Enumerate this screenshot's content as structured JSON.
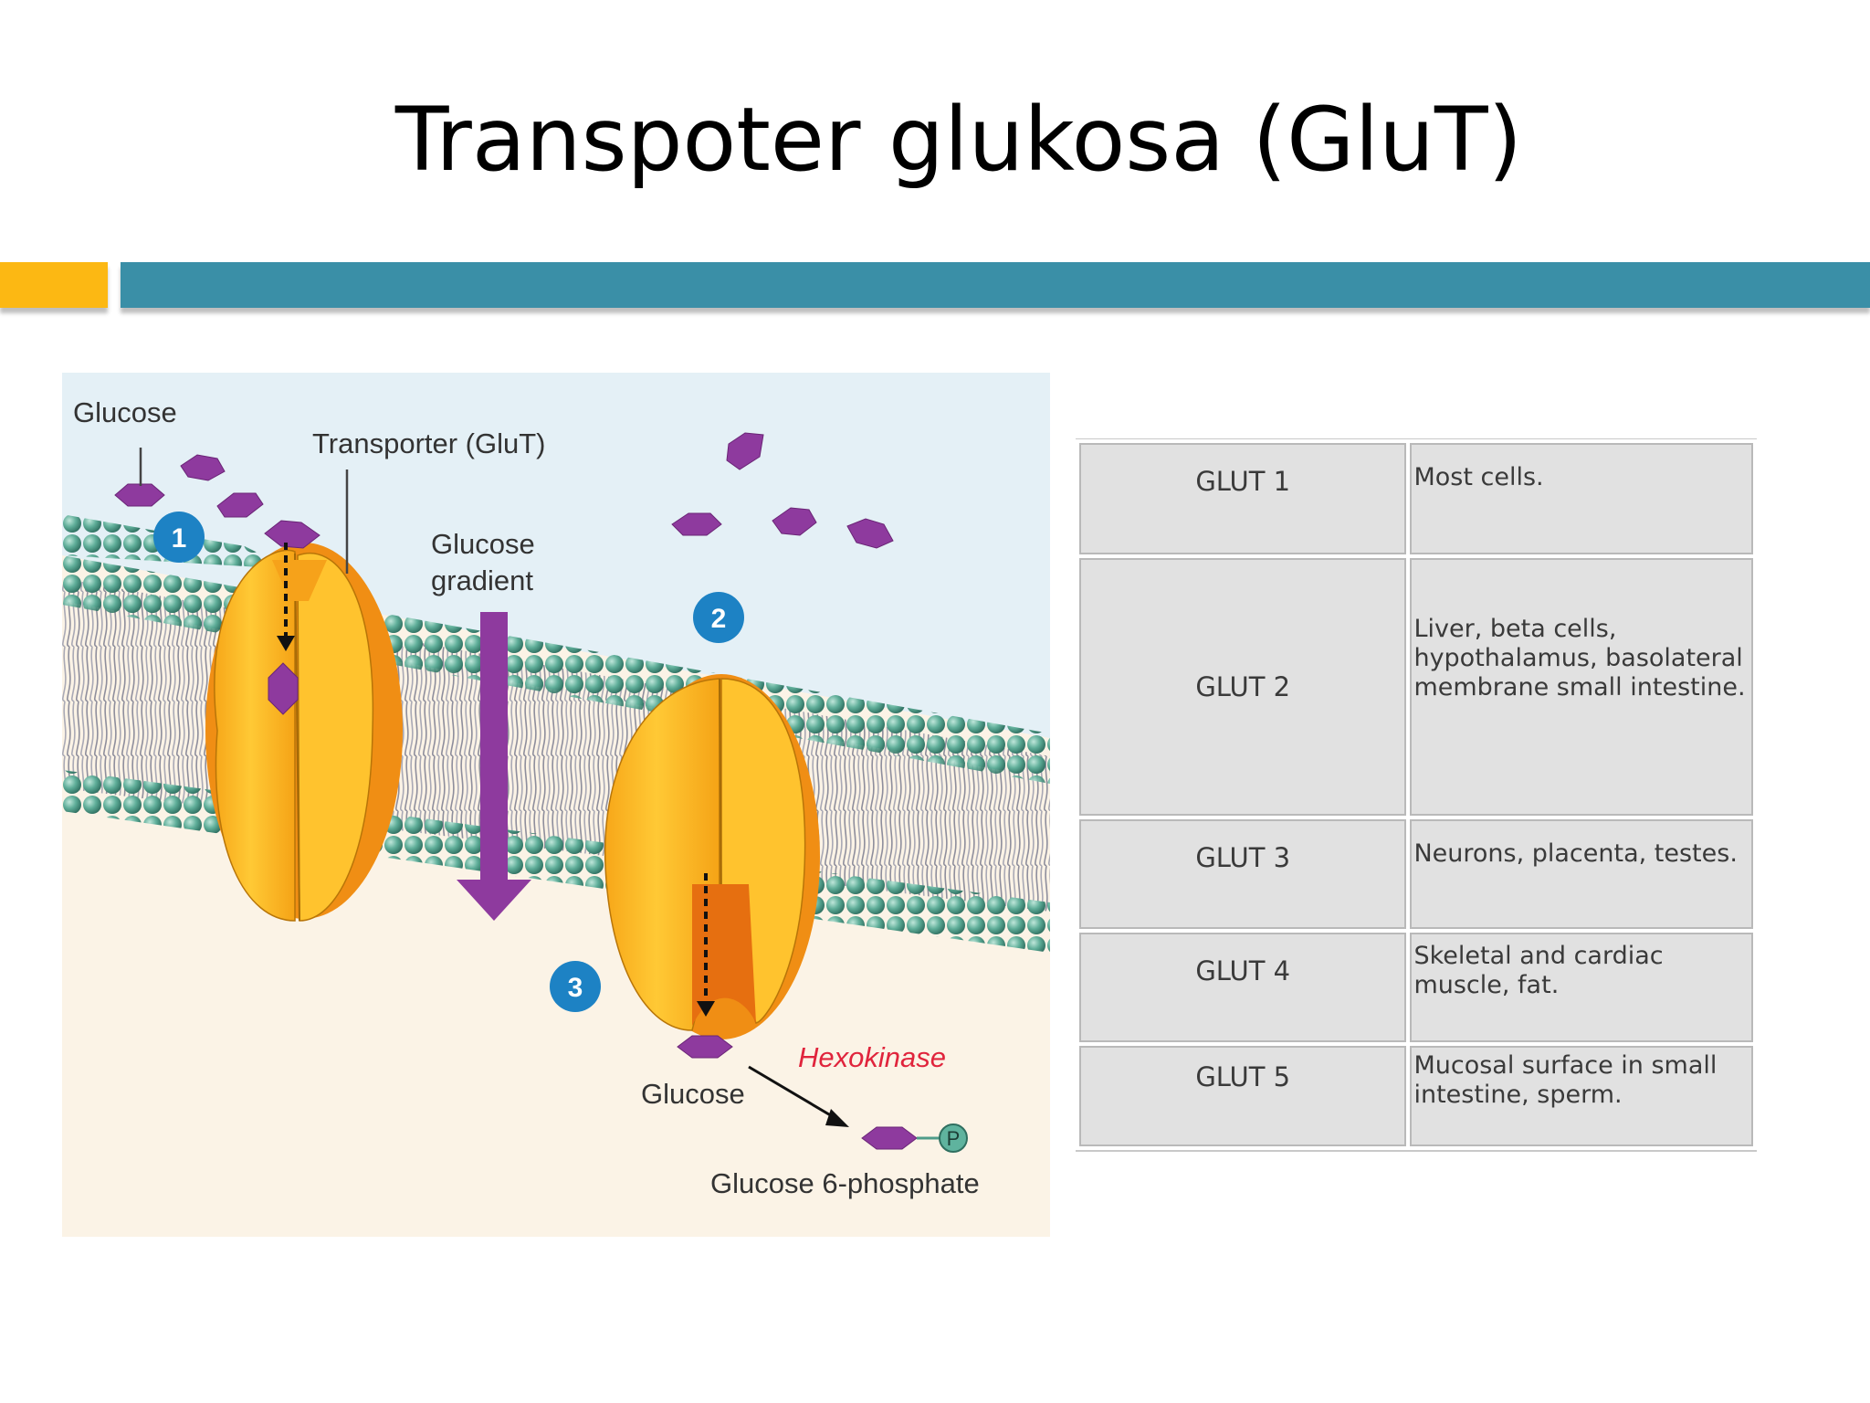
{
  "slide": {
    "title": "Transpoter glukosa (GluT)"
  },
  "figure": {
    "labels": {
      "glucose_top": "Glucose",
      "transporter": "Transporter (GluT)",
      "gradient_line1": "Glucose",
      "gradient_line2": "gradient",
      "glucose_bottom": "Glucose",
      "enzyme": "Hexokinase",
      "product": "Glucose 6-phosphate",
      "phosphate": "P"
    },
    "steps": [
      "1",
      "2",
      "3"
    ]
  },
  "glut_table": {
    "rows": [
      {
        "name": "GLUT 1",
        "location": "Most cells."
      },
      {
        "name": "GLUT 2",
        "location": "Liver, beta cells, hypothalamus, basolateral membrane small intestine."
      },
      {
        "name": "GLUT 3",
        "location": "Neurons, placenta, testes."
      },
      {
        "name": "GLUT 4",
        "location": "Skeletal and cardiac muscle, fat."
      },
      {
        "name": "GLUT 5",
        "location": "Mucosal surface in small intestine, sperm."
      }
    ]
  },
  "colors": {
    "accent_bar": "#fcb813",
    "main_bar": "#3a8fa7",
    "glucose": "#8e3a9e",
    "transporter": "#fbbd2a",
    "lipid_head": "#4f9c8a",
    "step_badge": "#1d82c4",
    "enzyme_text": "#e0243c"
  }
}
